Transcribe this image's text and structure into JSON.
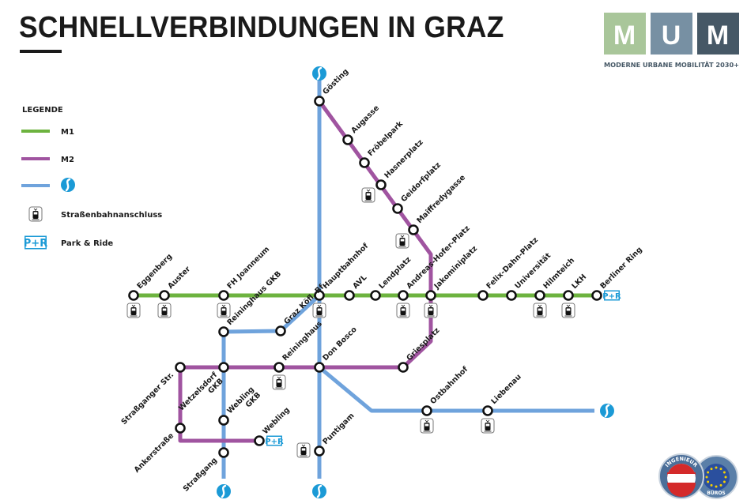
{
  "title": "SCHNELLVERBINDUNGEN IN GRAZ",
  "colors": {
    "m1": "#6db33f",
    "m2": "#a054a0",
    "s_bahn": "#6fa3dc",
    "s_icon": "#1b9ad6",
    "pr": "#1b9ad6",
    "mum_1": "#a9c69a",
    "mum_2": "#7790a3",
    "mum_3": "#465866"
  },
  "logo": {
    "letters": [
      "M",
      "U",
      "M"
    ],
    "tagline": "MODERNE URBANE MOBILITÄT 2030+"
  },
  "badge": {
    "top_text": "INGENIEUR",
    "bottom_text": "BÜROS"
  },
  "legend": {
    "title": "LEGENDE",
    "items": [
      {
        "symbol": "m1-line",
        "label": "M1"
      },
      {
        "symbol": "m2-line",
        "label": "M2"
      },
      {
        "symbol": "s-bahn-line",
        "label": "",
        "icon": "s-bahn-icon"
      },
      {
        "symbol": "tram-icon",
        "label": "Straßenbahnanschluss"
      },
      {
        "symbol": "park-ride-icon",
        "label": "Park & Ride"
      }
    ]
  },
  "park_ride_text": "P+R",
  "stations": [
    {
      "id": "eggenberg",
      "name": "Eggenberg",
      "tram": true
    },
    {
      "id": "auster",
      "name": "Auster",
      "tram": true
    },
    {
      "id": "fhj",
      "name": "FH Joanneum",
      "tram": true
    },
    {
      "id": "hbf",
      "name": "Hauptbahnhof",
      "tram": true
    },
    {
      "id": "avl",
      "name": "AVL"
    },
    {
      "id": "lendplatz",
      "name": "Lendplatz"
    },
    {
      "id": "ahp",
      "name": "Andreas-Hofer-Platz",
      "tram": true
    },
    {
      "id": "jakomini",
      "name": "Jakominiplatz",
      "tram": true
    },
    {
      "id": "fdp",
      "name": "Felix-Dahn-Platz"
    },
    {
      "id": "uni",
      "name": "Universität"
    },
    {
      "id": "hilmteich",
      "name": "Hilmteich",
      "tram": true
    },
    {
      "id": "lkh",
      "name": "LKH",
      "tram": true
    },
    {
      "id": "berliner",
      "name": "Berliner Ring",
      "park_ride": true
    },
    {
      "id": "goesting",
      "name": "Gösting"
    },
    {
      "id": "augasse",
      "name": "Augasse"
    },
    {
      "id": "froebel",
      "name": "Fröbelpark"
    },
    {
      "id": "hasner",
      "name": "Hasnerplatz",
      "tram": true
    },
    {
      "id": "geidorf",
      "name": "Geidorfplatz"
    },
    {
      "id": "maiffredy",
      "name": "Maiffredygasse",
      "tram": true
    },
    {
      "id": "gries",
      "name": "Griesplatz"
    },
    {
      "id": "donbosco",
      "name": "Don Bosco"
    },
    {
      "id": "reininghaus",
      "name": "Reininghaus",
      "tram": true
    },
    {
      "id": "wetzelsdorf",
      "name": "Wetzelsdorf",
      "name2": "GKB"
    },
    {
      "id": "strassganger",
      "name": "Straßganger Str."
    },
    {
      "id": "anker",
      "name": "Ankerstraße"
    },
    {
      "id": "webling",
      "name": "Webling",
      "park_ride": true
    },
    {
      "id": "rgkb",
      "name": "Reininghaus GKB"
    },
    {
      "id": "koefl",
      "name": "Graz Köfl. Bf."
    },
    {
      "id": "weblinggkb",
      "name": "Webling",
      "name2": "GKB"
    },
    {
      "id": "strassgang",
      "name": "Straßgang"
    },
    {
      "id": "puntigam",
      "name": "Puntigam",
      "tram": true
    },
    {
      "id": "ostbahnhof",
      "name": "Ostbahnhof",
      "tram": true
    },
    {
      "id": "liebenau",
      "name": "Liebenau",
      "tram": true
    }
  ]
}
